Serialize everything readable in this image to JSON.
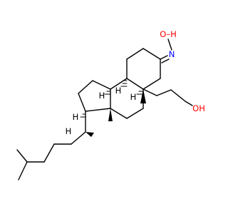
{
  "colors": {
    "background": "#ffffff",
    "bond": "#000000",
    "oxygen": "#ff0000",
    "nitrogen": "#0000ff"
  },
  "atoms": {
    "oxime_oh": "O–H",
    "oxime_n": "N",
    "hydroxyl": "OH",
    "h_c9": "H",
    "h_c8": "H",
    "h_c5": "H",
    "h_c17": "H",
    "h_c20": "H"
  }
}
